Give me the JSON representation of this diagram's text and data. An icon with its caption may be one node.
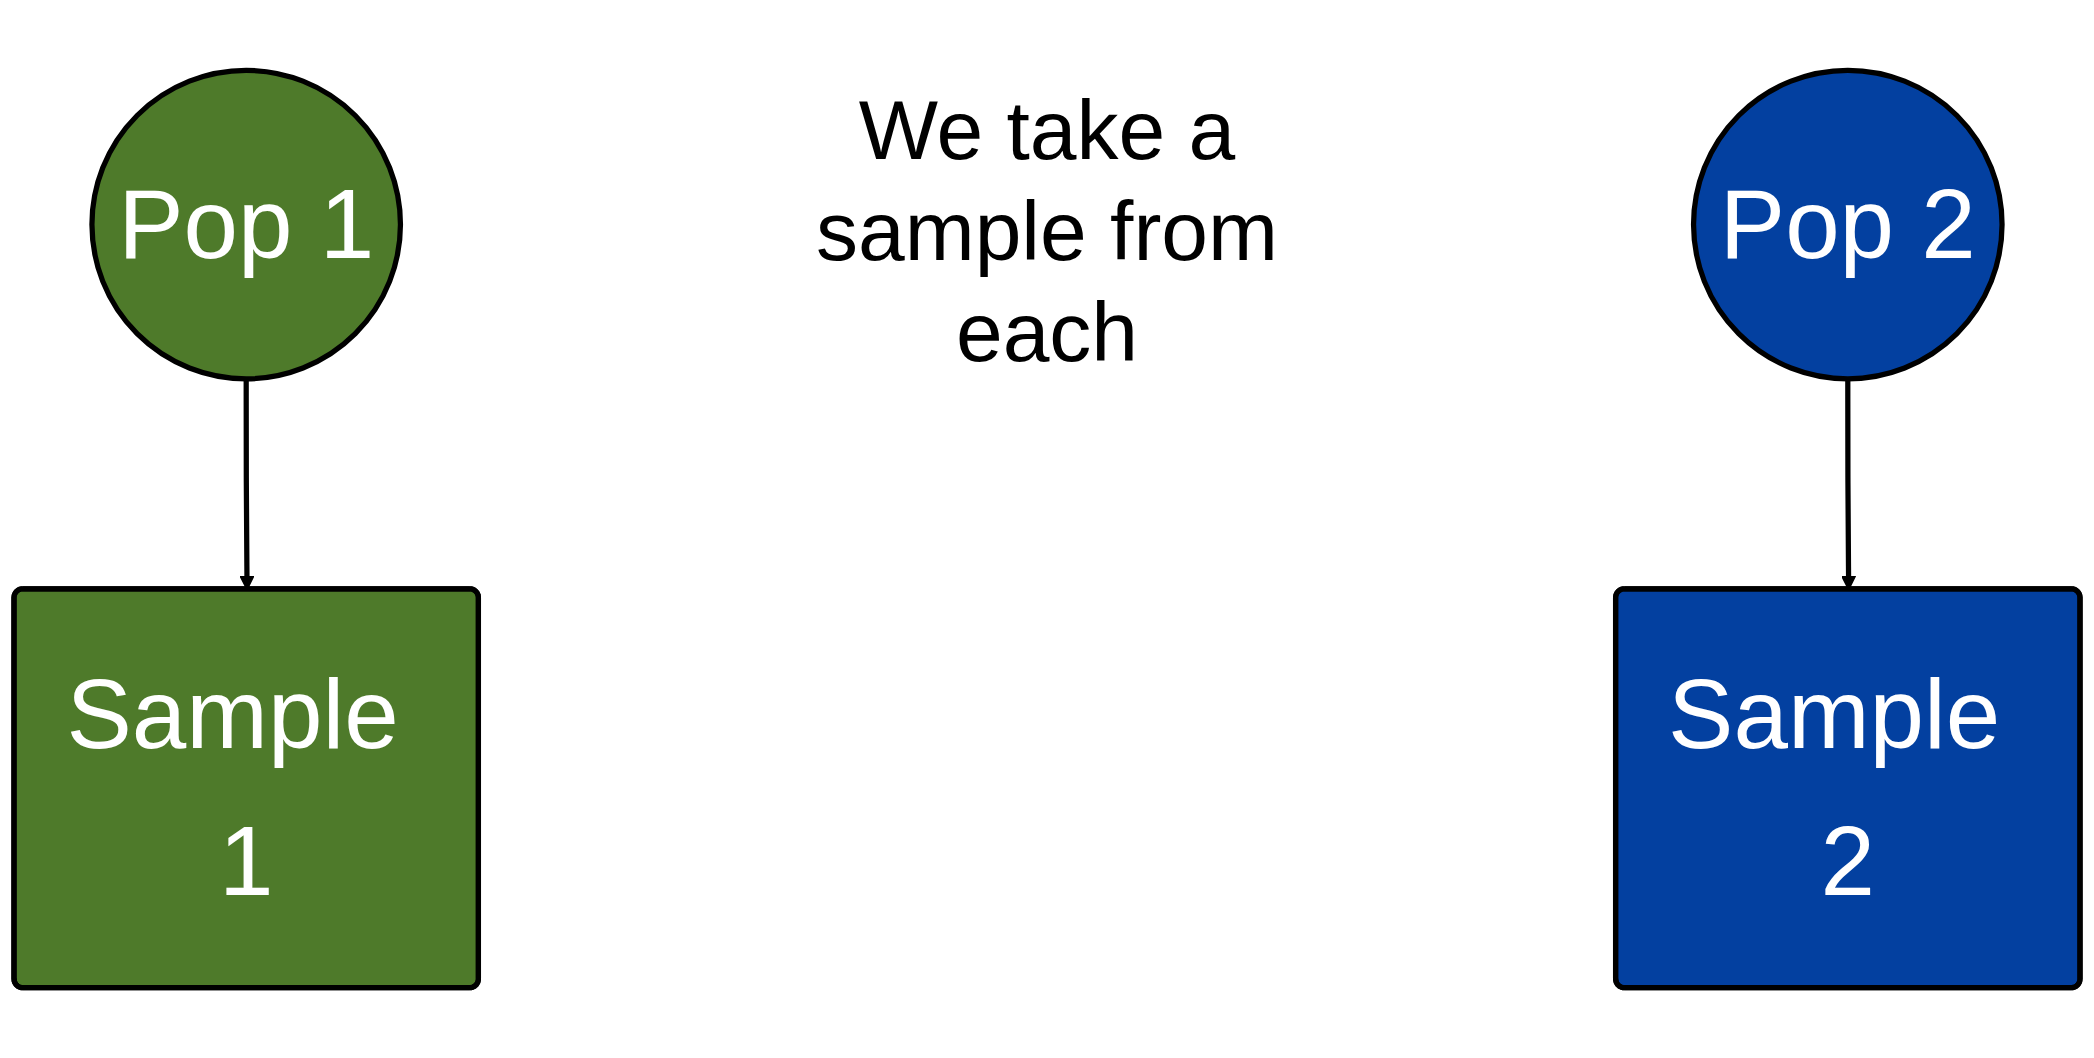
{
  "diagram": {
    "nodes": [
      {
        "text": [
          "Pop 1"
        ]
      },
      {
        "text": [
          "Pop 2"
        ]
      },
      {
        "text": [
          "Sample 1"
        ]
      },
      {
        "text": [
          "Sample 2"
        ]
      }
    ],
    "edges": [
      {
        "from": 0,
        "to": 2,
        "arrow": "to"
      },
      {
        "from": 1,
        "to": 3,
        "arrow": "to"
      }
    ],
    "labels": [
      "We take a sample from each"
    ]
  }
}
